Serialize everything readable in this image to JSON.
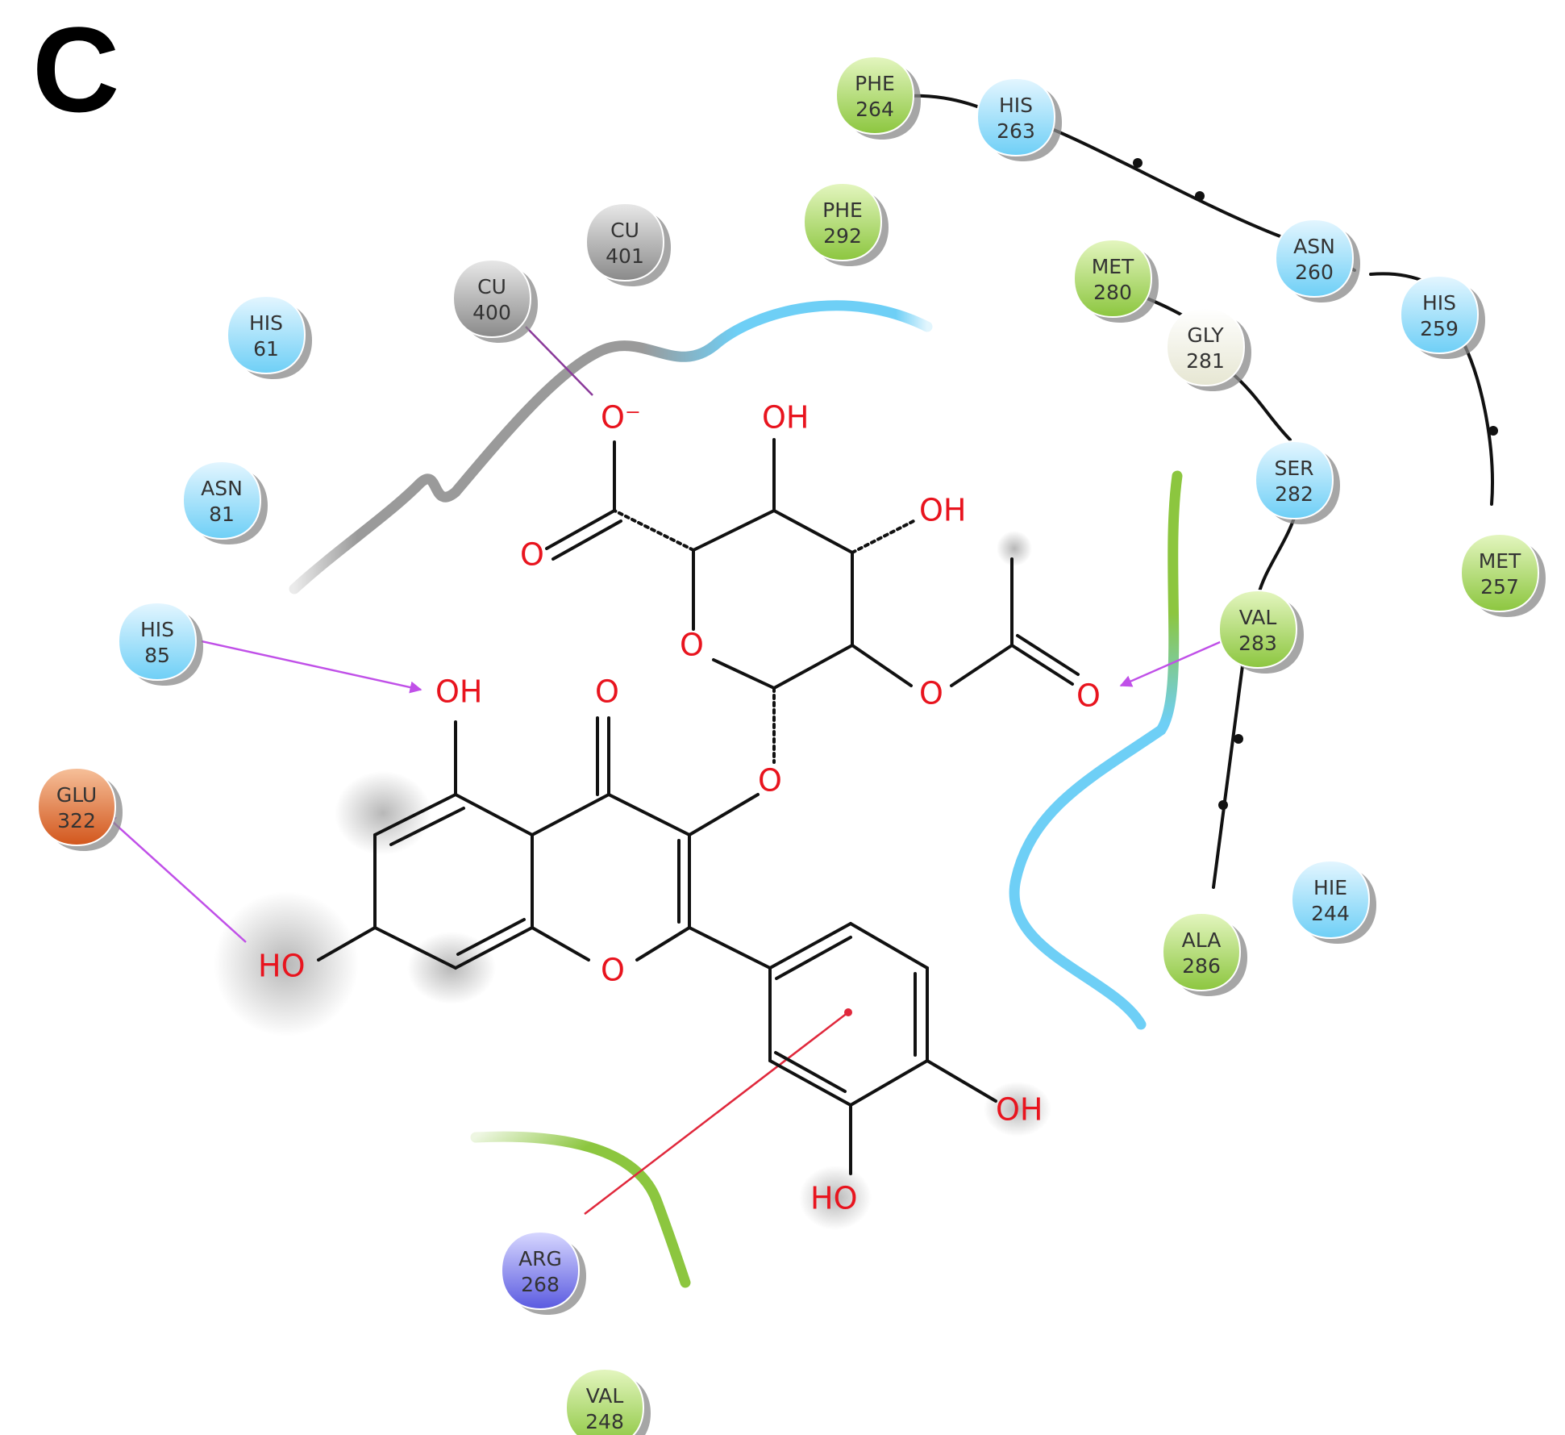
{
  "panel_label": "C",
  "residues": [
    {
      "name": "PHE",
      "num": "264",
      "type": "hydrophobic"
    },
    {
      "name": "HIS",
      "num": "263",
      "type": "polar"
    },
    {
      "name": "PHE",
      "num": "292",
      "type": "hydrophobic"
    },
    {
      "name": "CU",
      "num": "401",
      "type": "metal"
    },
    {
      "name": "CU",
      "num": "400",
      "type": "metal"
    },
    {
      "name": "HIS",
      "num": "61",
      "type": "polar"
    },
    {
      "name": "ASN",
      "num": "260",
      "type": "polar"
    },
    {
      "name": "MET",
      "num": "280",
      "type": "hydrophobic"
    },
    {
      "name": "HIS",
      "num": "259",
      "type": "polar"
    },
    {
      "name": "GLY",
      "num": "281",
      "type": "glycine"
    },
    {
      "name": "ASN",
      "num": "81",
      "type": "polar"
    },
    {
      "name": "SER",
      "num": "282",
      "type": "polar"
    },
    {
      "name": "MET",
      "num": "257",
      "type": "hydrophobic"
    },
    {
      "name": "VAL",
      "num": "283",
      "type": "hydrophobic"
    },
    {
      "name": "HIS",
      "num": "85",
      "type": "polar"
    },
    {
      "name": "GLU",
      "num": "322",
      "type": "negative"
    },
    {
      "name": "HIE",
      "num": "244",
      "type": "polar"
    },
    {
      "name": "ALA",
      "num": "286",
      "type": "hydrophobic"
    },
    {
      "name": "ARG",
      "num": "268",
      "type": "positive"
    },
    {
      "name": "VAL",
      "num": "248",
      "type": "hydrophobic"
    }
  ],
  "ligand_atoms": [
    {
      "label": "O⁻"
    },
    {
      "label": "OH"
    },
    {
      "label": "OH"
    },
    {
      "label": "O"
    },
    {
      "label": "O"
    },
    {
      "label": "O"
    },
    {
      "label": "O"
    },
    {
      "label": "O"
    },
    {
      "label": "OH"
    },
    {
      "label": "O"
    },
    {
      "label": "O"
    },
    {
      "label": "HO"
    },
    {
      "label": "O"
    },
    {
      "label": "OH"
    },
    {
      "label": "HO"
    }
  ],
  "colors": {
    "hydrophobic": "#8cc63f",
    "polar": "#6ecff6",
    "metal": "#9a9a9a",
    "glycine": "#f0f0e0",
    "negative": "#e06a2a",
    "positive": "#6a6ae8",
    "hbond": "#c050e8",
    "pi_cation": "#e0283c",
    "metal_coord": "#8a3a9a",
    "heteroatom": "#e8141e"
  }
}
